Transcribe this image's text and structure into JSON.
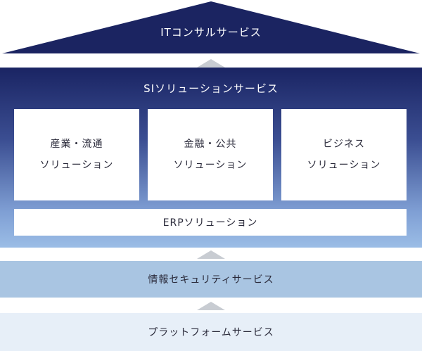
{
  "roof": {
    "title": "ITコンサルサービス"
  },
  "si": {
    "title": "SIソリューションサービス",
    "solutions": [
      {
        "line1": "産業・流通",
        "line2": "ソリューション"
      },
      {
        "line1": "金融・公共",
        "line2": "ソリューション"
      },
      {
        "line1": "ビジネス",
        "line2": "ソリューション"
      }
    ],
    "erp": "ERPソリューション"
  },
  "layers": {
    "security": "情報セキュリティサービス",
    "platform": "プラットフォームサービス"
  },
  "colors": {
    "roof": "#1b2461",
    "si_top": "#1a2463",
    "si_bottom": "#9bbde6",
    "security": "#a9c5e2",
    "platform": "#e7eff8",
    "arrow": "#c8ccd2"
  }
}
